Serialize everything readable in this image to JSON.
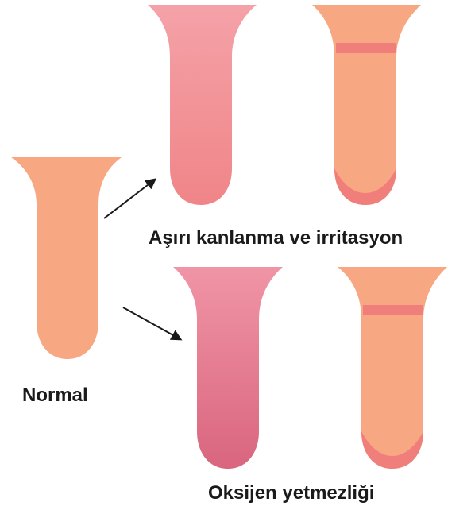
{
  "labels": {
    "normal": "Normal",
    "hyperemia": "Aşırı kanlanma ve irritasyon",
    "hypoxia": "Oksijen yetmezliği"
  },
  "colors": {
    "normal_fill": "#f7a882",
    "hyperemia_top": "#f4a2a8",
    "hyperemia_bottom": "#f08588",
    "hypoxia_top": "#f095a6",
    "hypoxia_bottom": "#d9657f",
    "band": "#f07f7c",
    "arrow": "#1a1a1a"
  }
}
